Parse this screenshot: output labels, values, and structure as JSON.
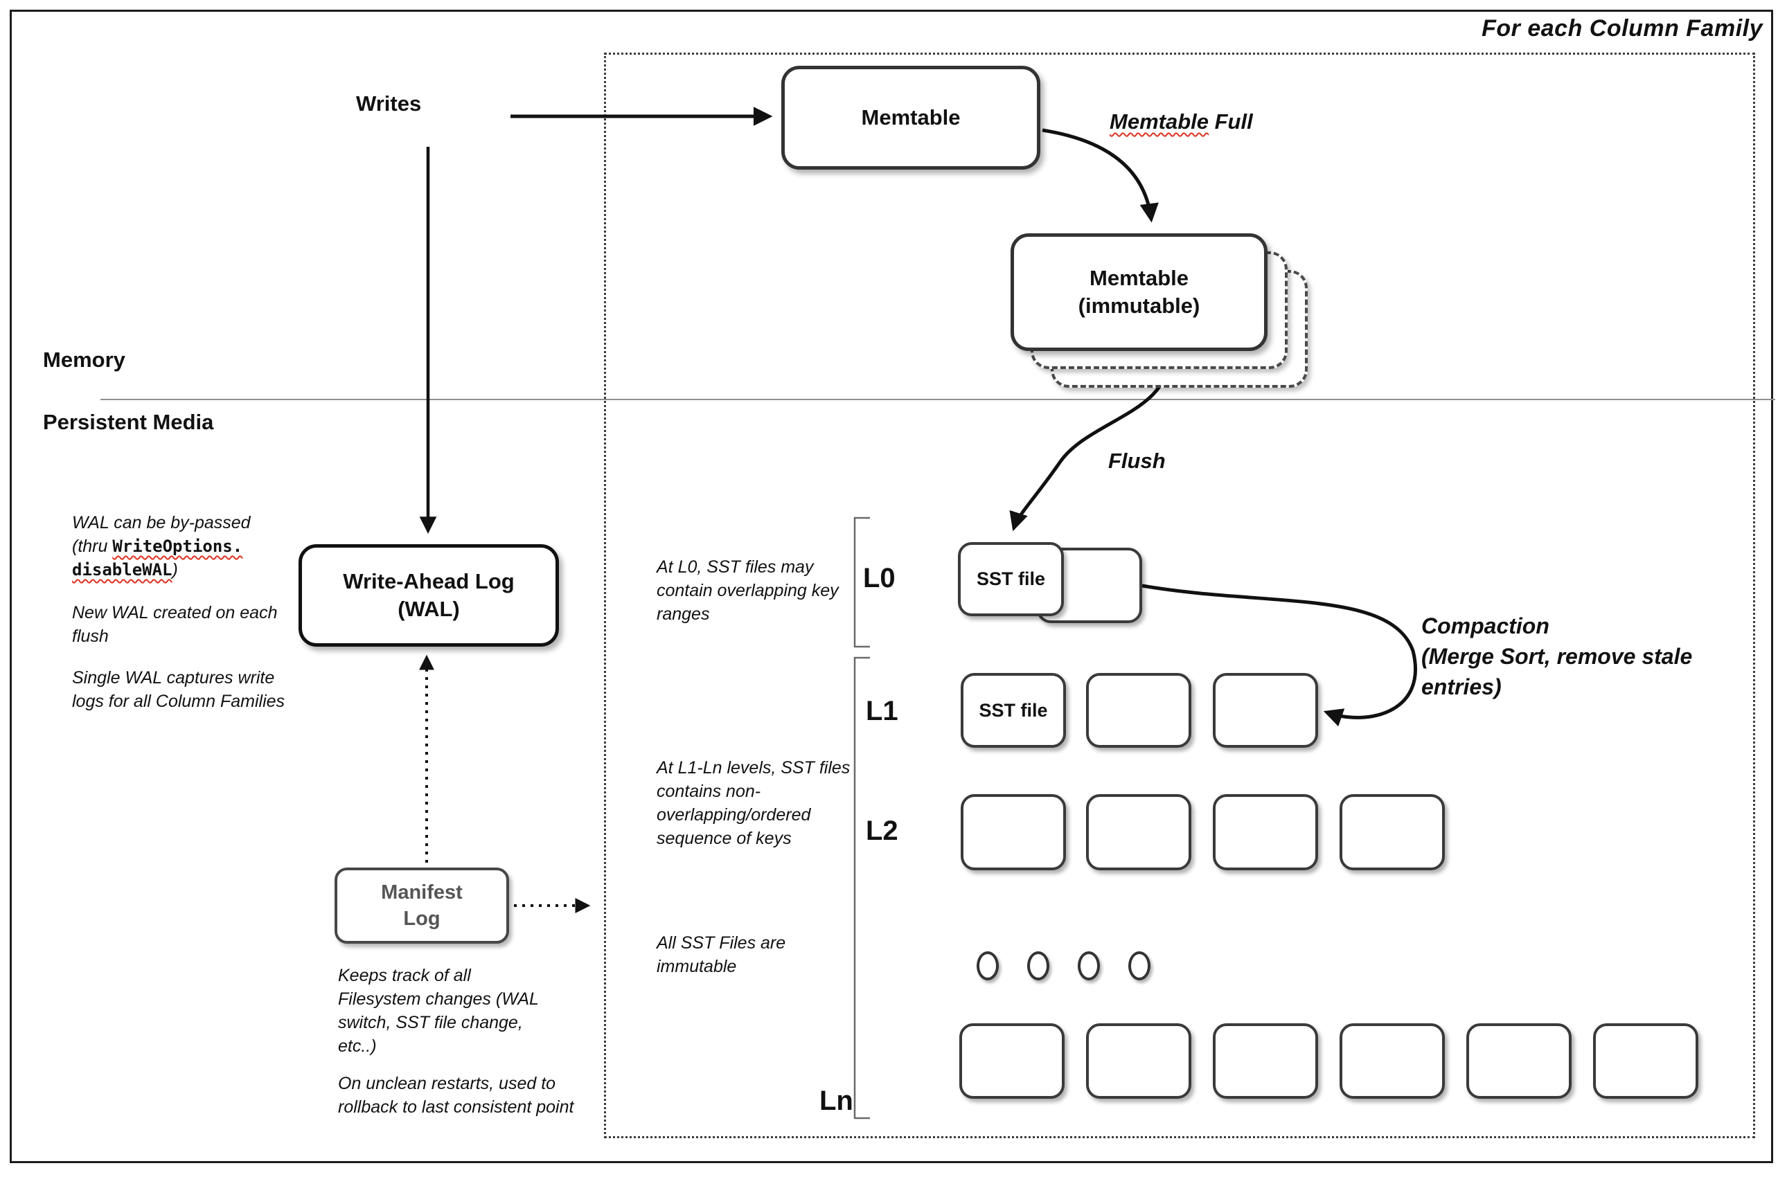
{
  "header": {
    "note": "For each Column Family"
  },
  "labels": {
    "writes": "Writes",
    "memory": "Memory",
    "persistent_media": "Persistent Media",
    "memtable_full_word1": "Memtable",
    "memtable_full_word2": " Full",
    "flush": "Flush",
    "compaction_lines": [
      "Compaction",
      "(Merge Sort, remove stale",
      "entries)"
    ],
    "levels": {
      "l0": "L0",
      "l1": "L1",
      "l2": "L2",
      "ln": "Ln"
    }
  },
  "boxes": {
    "memtable": "Memtable",
    "memtable_immutable_line1": "Memtable",
    "memtable_immutable_line2": "(immutable)",
    "wal_line1": "Write-Ahead Log",
    "wal_line2": "(WAL)",
    "manifest_line1": "Manifest",
    "manifest_line2": "Log",
    "sst_file": "SST file"
  },
  "notes": {
    "wal_bypass_prefix": "WAL can be by-passed",
    "wal_bypass_thru": "(thru ",
    "wal_bypass_mono1": "WriteOptions.",
    "wal_bypass_mono2": "disableWAL",
    "wal_bypass_suffix": ")",
    "wal_new": "New WAL created on each flush",
    "wal_single": "Single WAL captures write logs for all Column Families",
    "l0_note": "At L0, SST files may contain overlapping key ranges",
    "l1_note": "At L1-Ln levels, SST files contains non-overlapping/ordered sequence of keys",
    "all_sst_note": "All SST Files are immutable",
    "manifest_keeps": "Keeps track of all Filesystem changes (WAL switch, SST file change, etc..)",
    "manifest_restart": "On unclean restarts, used to rollback to last consistent point"
  },
  "colors": {
    "squiggle_red": "#e0301e",
    "box_border": "#333333",
    "manifest_gray": "#555555",
    "divider_gray": "#8f8f8f"
  }
}
